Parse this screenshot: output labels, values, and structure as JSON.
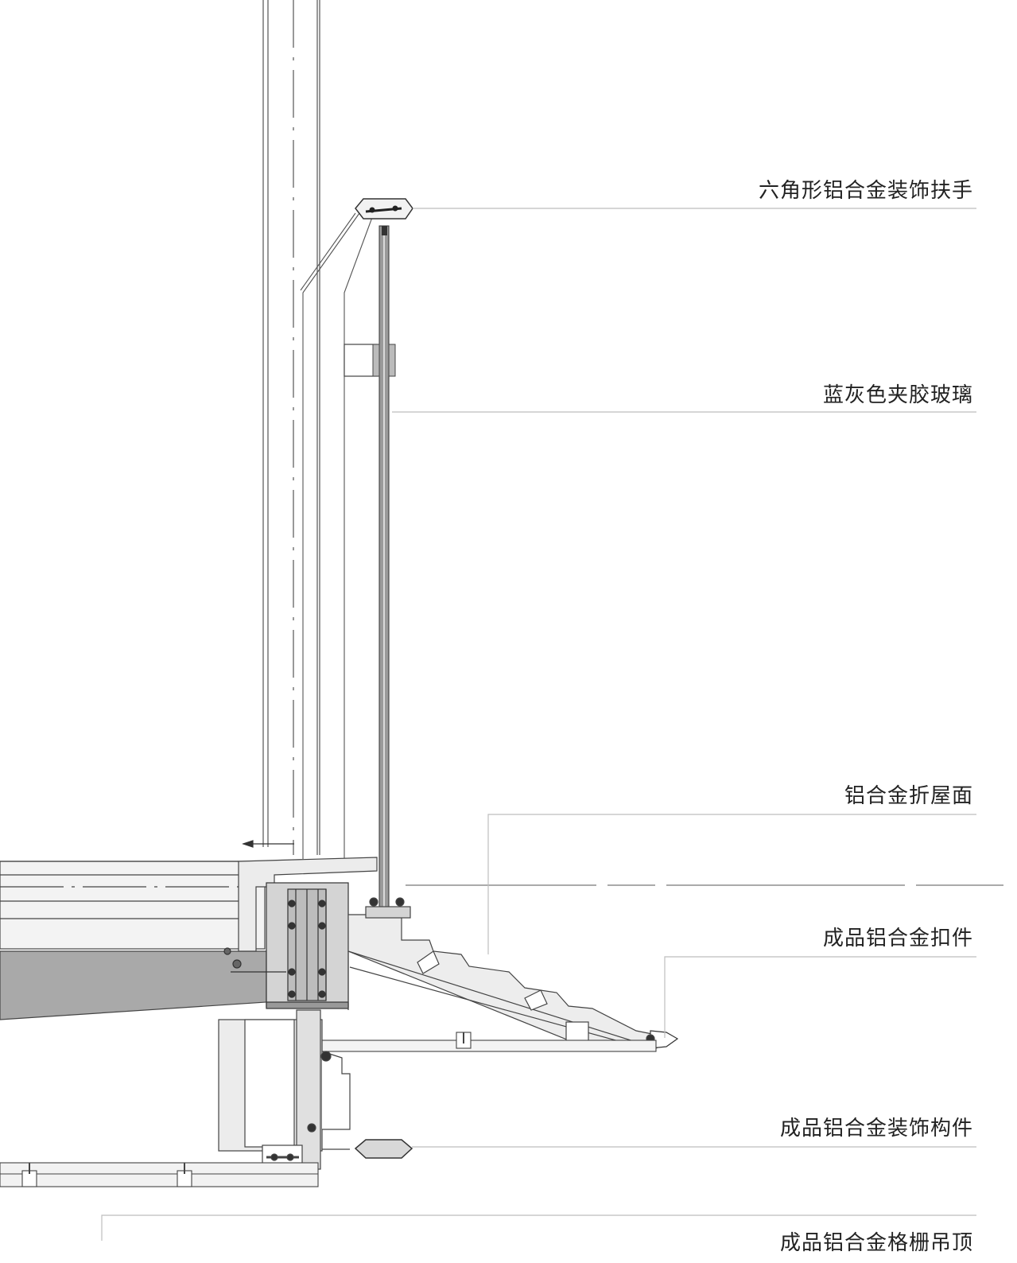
{
  "callouts": [
    {
      "id": "handrail",
      "label": "六角形铝合金装饰扶手"
    },
    {
      "id": "glass",
      "label": "蓝灰色夹胶玻璃"
    },
    {
      "id": "roof",
      "label": "铝合金折屋面"
    },
    {
      "id": "clip",
      "label": "成品铝合金扣件"
    },
    {
      "id": "decor",
      "label": "成品铝合金装饰构件"
    },
    {
      "id": "ceiling",
      "label": "成品铝合金格栅吊顶"
    }
  ],
  "colors": {
    "line": "#444444",
    "leader": "#bdbdbd",
    "fill_light": "#ebebeb",
    "fill_mid": "#d4d4d4",
    "fill_dark": "#a9a9a9",
    "label_text": "#222222"
  }
}
